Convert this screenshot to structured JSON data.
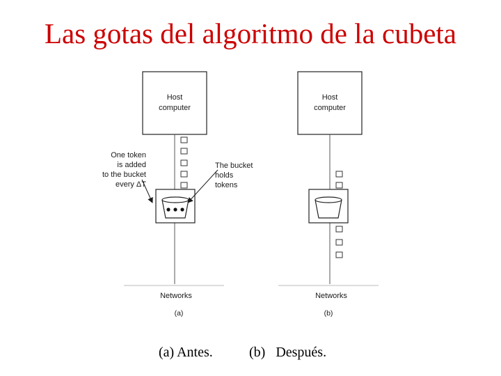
{
  "title": "Las gotas del algoritmo de la cubeta",
  "diagram_a": {
    "host_line1": "Host",
    "host_line2": "computer",
    "token_note": [
      "One token",
      "is added",
      "to the bucket",
      "every ΔT"
    ],
    "bucket_note": [
      "The bucket",
      "holds",
      "tokens"
    ],
    "network_label": "Networks",
    "panel_label": "(a)"
  },
  "diagram_b": {
    "host_line1": "Host",
    "host_line2": "computer",
    "network_label": "Networks",
    "panel_label": "(b)"
  },
  "captions": {
    "a": "(a) Antes.",
    "b": "(b)   Después."
  }
}
